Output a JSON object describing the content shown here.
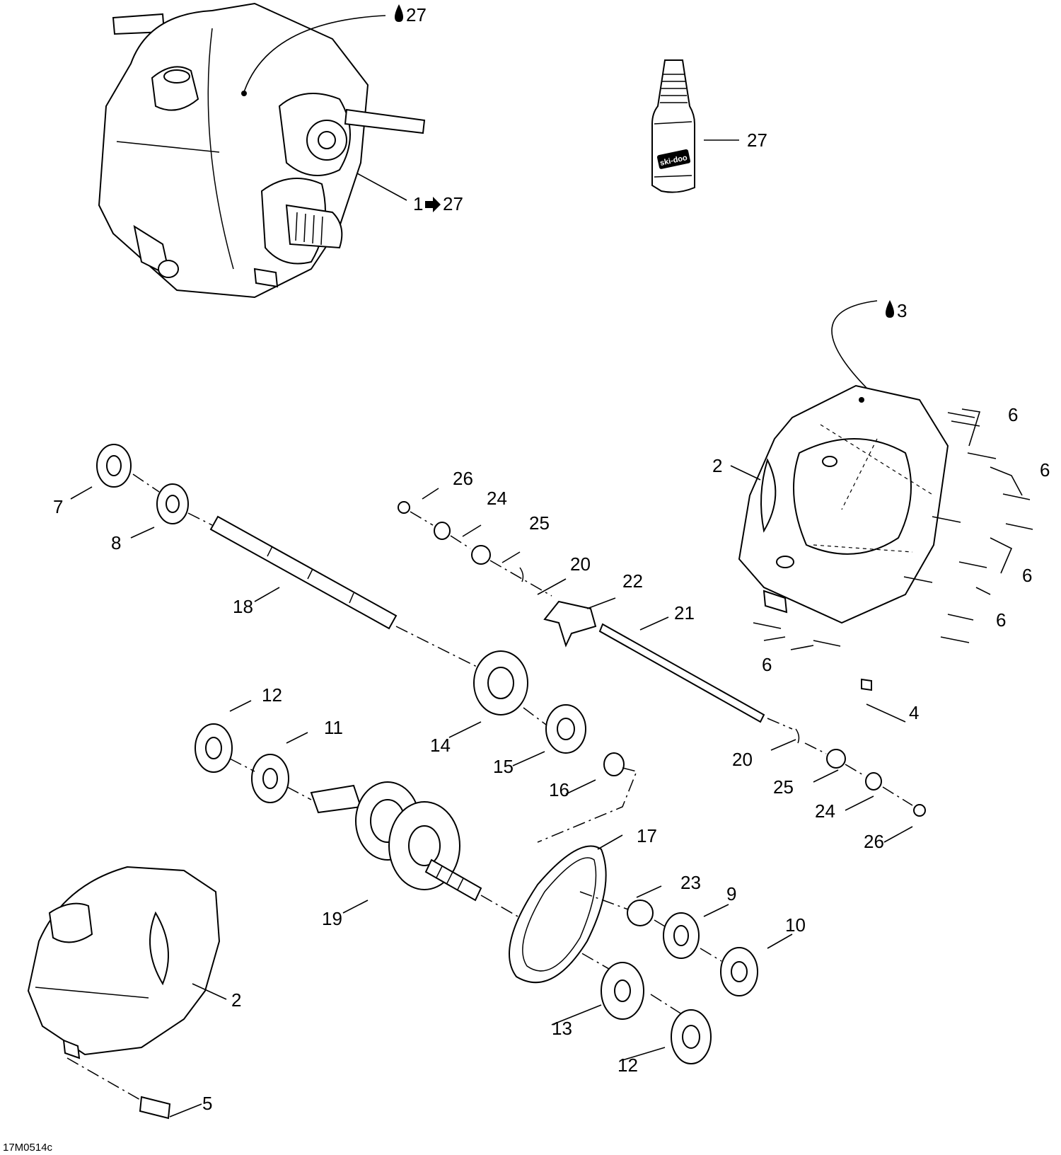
{
  "diagram": {
    "drawing_code": "17M0514c",
    "callouts": {
      "assembly_label": "1",
      "assembly_ref": "27",
      "lubricant_housing": "27",
      "lubricant_case": "3",
      "bottle": "27",
      "p2_case": "2",
      "p2_housing": "2",
      "p4": "4",
      "p5": "5",
      "p6_a": "6",
      "p6_b": "6",
      "p6_c": "6",
      "p6_d": "6",
      "p6_e": "6",
      "p7": "7",
      "p8": "8",
      "p9": "9",
      "p10": "10",
      "p11": "11",
      "p12_a": "12",
      "p12_b": "12",
      "p13": "13",
      "p14": "14",
      "p15": "15",
      "p16": "16",
      "p17": "17",
      "p18": "18",
      "p19": "19",
      "p20_a": "20",
      "p20_b": "20",
      "p21": "21",
      "p22": "22",
      "p23": "23",
      "p24_a": "24",
      "p24_b": "24",
      "p25_a": "25",
      "p25_b": "25",
      "p26_a": "26",
      "p26_b": "26"
    },
    "bottle_brand": "ski-doo",
    "icons": {
      "lubricant": "oil-drop-icon",
      "reference": "arrow-right-icon"
    }
  }
}
